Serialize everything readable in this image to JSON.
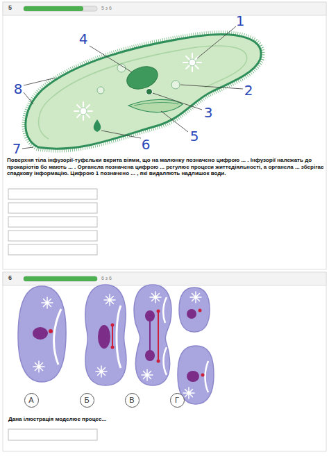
{
  "diagram": {
    "nodes": [
      {
        "text": [
          "А"
        ]
      },
      {
        "text": [
          "Б"
        ]
      },
      {
        "text": [
          "В"
        ]
      },
      {
        "text": [
          "Г"
        ]
      }
    ],
    "labels": [
      "5",
      "5 з 6",
      "4",
      "1",
      "8",
      "2",
      "3",
      "5",
      "7",
      "6",
      "Поверхня тіла інфузорії-туфельки вкрита віями, що на малюнку позначено цифрою ... . Інфузорії належать до прокаріотів бо мають ... . Органела позначена цифрою ... регулює процеси життєдіяльності, а органела ... зберігає спадкову інформацію. Цифрою 1 позначено ... , які видаляють надлишок води.",
      "6",
      "6 з 6",
      "Дана ілюстрація моделює процес..."
    ]
  }
}
